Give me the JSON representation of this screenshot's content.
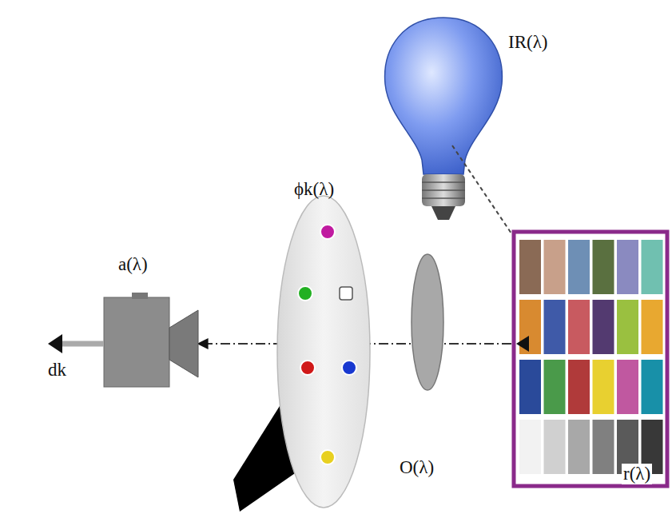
{
  "diagram": {
    "labels": [
      "IR(λ)",
      "ϕk(λ)",
      "a(λ)",
      "dk",
      "r(λ)",
      "O(λ)"
    ]
  }
}
